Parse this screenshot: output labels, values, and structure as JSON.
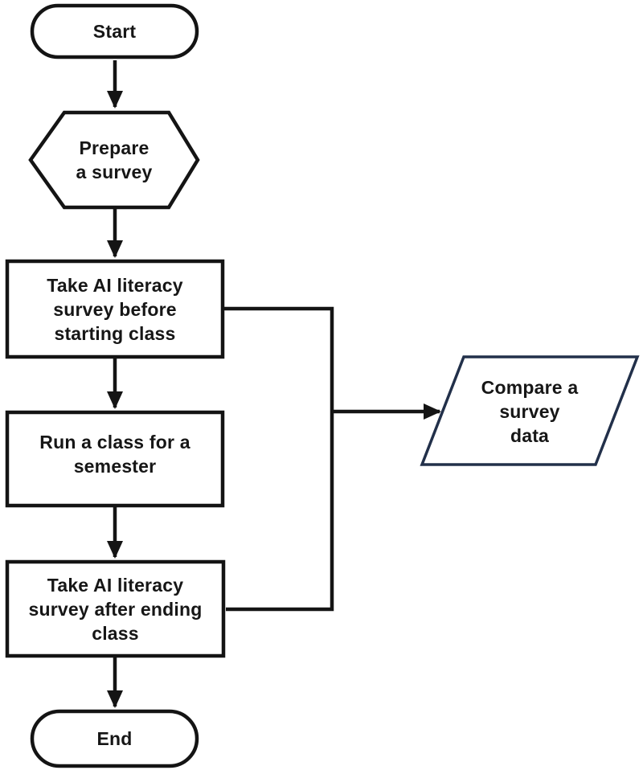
{
  "diagram": {
    "type": "flowchart",
    "background_color": "#ffffff",
    "colors": {
      "shape_stroke": "#141414",
      "connector_stroke": "#141414",
      "arrowhead_fill": "#141414",
      "text": "#161616",
      "data_shape_stroke": "#22304a",
      "shape_fill": "#ffffff"
    },
    "nodes": {
      "start": {
        "type": "terminator",
        "label": "Start"
      },
      "prepare": {
        "type": "preparation-hexagon",
        "label": "Prepare\na survey"
      },
      "survey_before": {
        "type": "process",
        "label": "Take AI literacy\nsurvey before\nstarting class"
      },
      "run_class": {
        "type": "process",
        "label": "Run a class for a\nsemester"
      },
      "survey_after": {
        "type": "process",
        "label": "Take AI literacy\nsurvey after ending\nclass"
      },
      "compare": {
        "type": "data-parallelogram",
        "label": "Compare a\nsurvey\ndata"
      },
      "end": {
        "type": "terminator",
        "label": "End"
      }
    },
    "edges": [
      {
        "from": "start",
        "to": "prepare",
        "arrow": true
      },
      {
        "from": "prepare",
        "to": "survey_before",
        "arrow": true
      },
      {
        "from": "survey_before",
        "to": "run_class",
        "arrow": true
      },
      {
        "from": "run_class",
        "to": "survey_after",
        "arrow": true
      },
      {
        "from": "survey_after",
        "to": "end",
        "arrow": true
      },
      {
        "from": "survey_before",
        "to": "compare",
        "arrow": true,
        "via": "right-rail"
      },
      {
        "from": "survey_after",
        "to": "compare",
        "arrow": true,
        "via": "right-rail"
      }
    ]
  }
}
